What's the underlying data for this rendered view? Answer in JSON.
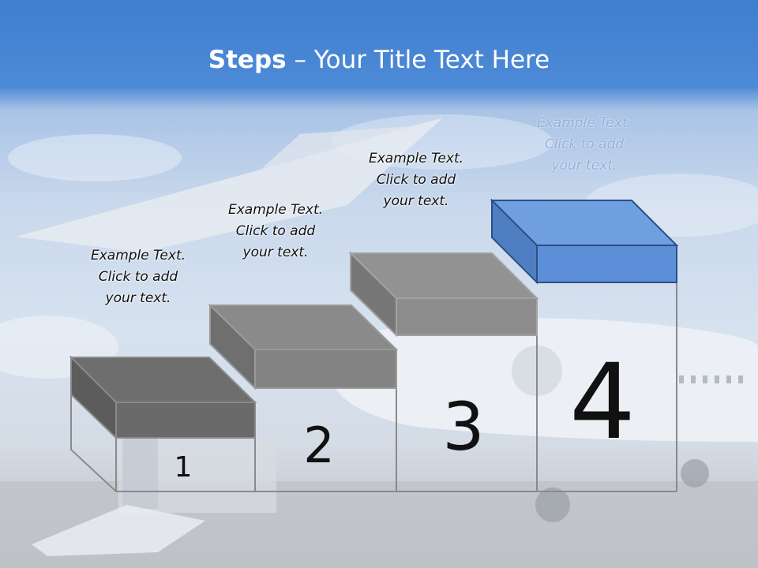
{
  "slide": {
    "title_bold": "Steps",
    "title_rest": " – Your Title Text Here"
  },
  "steps": [
    {
      "number": "1",
      "text": [
        "Example Text.",
        "Click  to add",
        "your text."
      ]
    },
    {
      "number": "2",
      "text": [
        "Example Text.",
        "Click  to add",
        "your text."
      ]
    },
    {
      "number": "3",
      "text": [
        "Example Text.",
        "Click  to add",
        "your text."
      ]
    },
    {
      "number": "4",
      "text": [
        "Example Text.",
        "Click  to add",
        "your text."
      ]
    }
  ],
  "colors": {
    "header_blue": "#4a86d4",
    "block_grey": "#8c8c8c",
    "block_grey_dark": "#6c6c6c",
    "block_blue": "#5b8fd8",
    "block_blue_top": "#6f9fe0"
  }
}
